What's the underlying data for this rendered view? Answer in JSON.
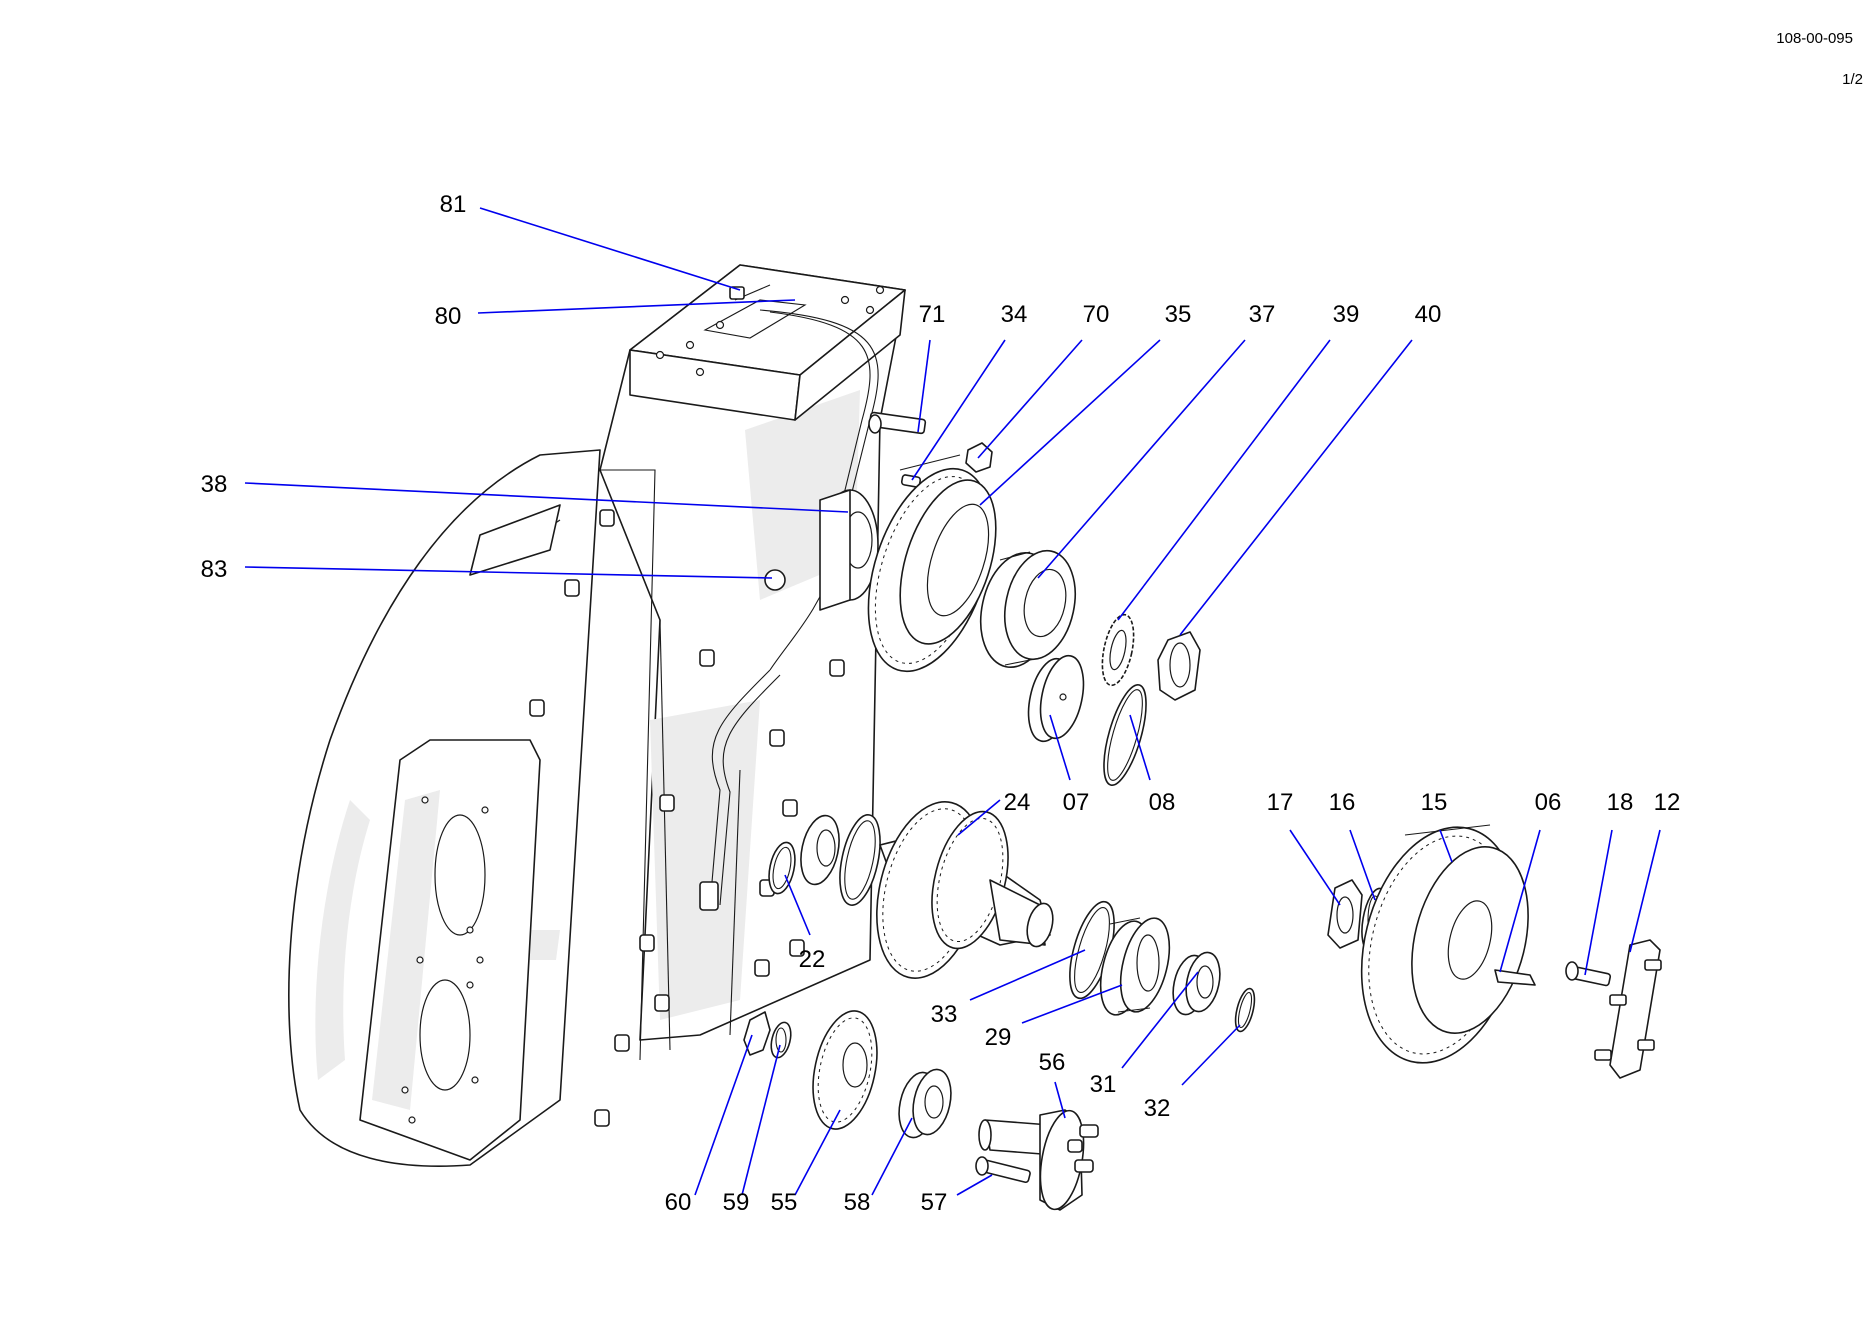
{
  "header": {
    "doc_number": "108-00-095",
    "page_indicator": "1/2"
  },
  "callouts": [
    {
      "id": "81",
      "label": "81"
    },
    {
      "id": "80",
      "label": "80"
    },
    {
      "id": "71",
      "label": "71"
    },
    {
      "id": "34",
      "label": "34"
    },
    {
      "id": "70",
      "label": "70"
    },
    {
      "id": "35",
      "label": "35"
    },
    {
      "id": "37",
      "label": "37"
    },
    {
      "id": "39",
      "label": "39"
    },
    {
      "id": "40",
      "label": "40"
    },
    {
      "id": "38",
      "label": "38"
    },
    {
      "id": "83",
      "label": "83"
    },
    {
      "id": "24",
      "label": "24"
    },
    {
      "id": "07",
      "label": "07"
    },
    {
      "id": "08",
      "label": "08"
    },
    {
      "id": "17",
      "label": "17"
    },
    {
      "id": "16",
      "label": "16"
    },
    {
      "id": "15",
      "label": "15"
    },
    {
      "id": "06",
      "label": "06"
    },
    {
      "id": "18",
      "label": "18"
    },
    {
      "id": "12",
      "label": "12"
    },
    {
      "id": "22",
      "label": "22"
    },
    {
      "id": "33",
      "label": "33"
    },
    {
      "id": "29",
      "label": "29"
    },
    {
      "id": "31",
      "label": "31"
    },
    {
      "id": "32",
      "label": "32"
    },
    {
      "id": "56",
      "label": "56"
    },
    {
      "id": "60",
      "label": "60"
    },
    {
      "id": "59",
      "label": "59"
    },
    {
      "id": "55",
      "label": "55"
    },
    {
      "id": "58",
      "label": "58"
    },
    {
      "id": "57",
      "label": "57"
    }
  ],
  "colors": {
    "leader": "#0000ee",
    "outline": "#1a1a1a",
    "shading": "#ececec"
  }
}
